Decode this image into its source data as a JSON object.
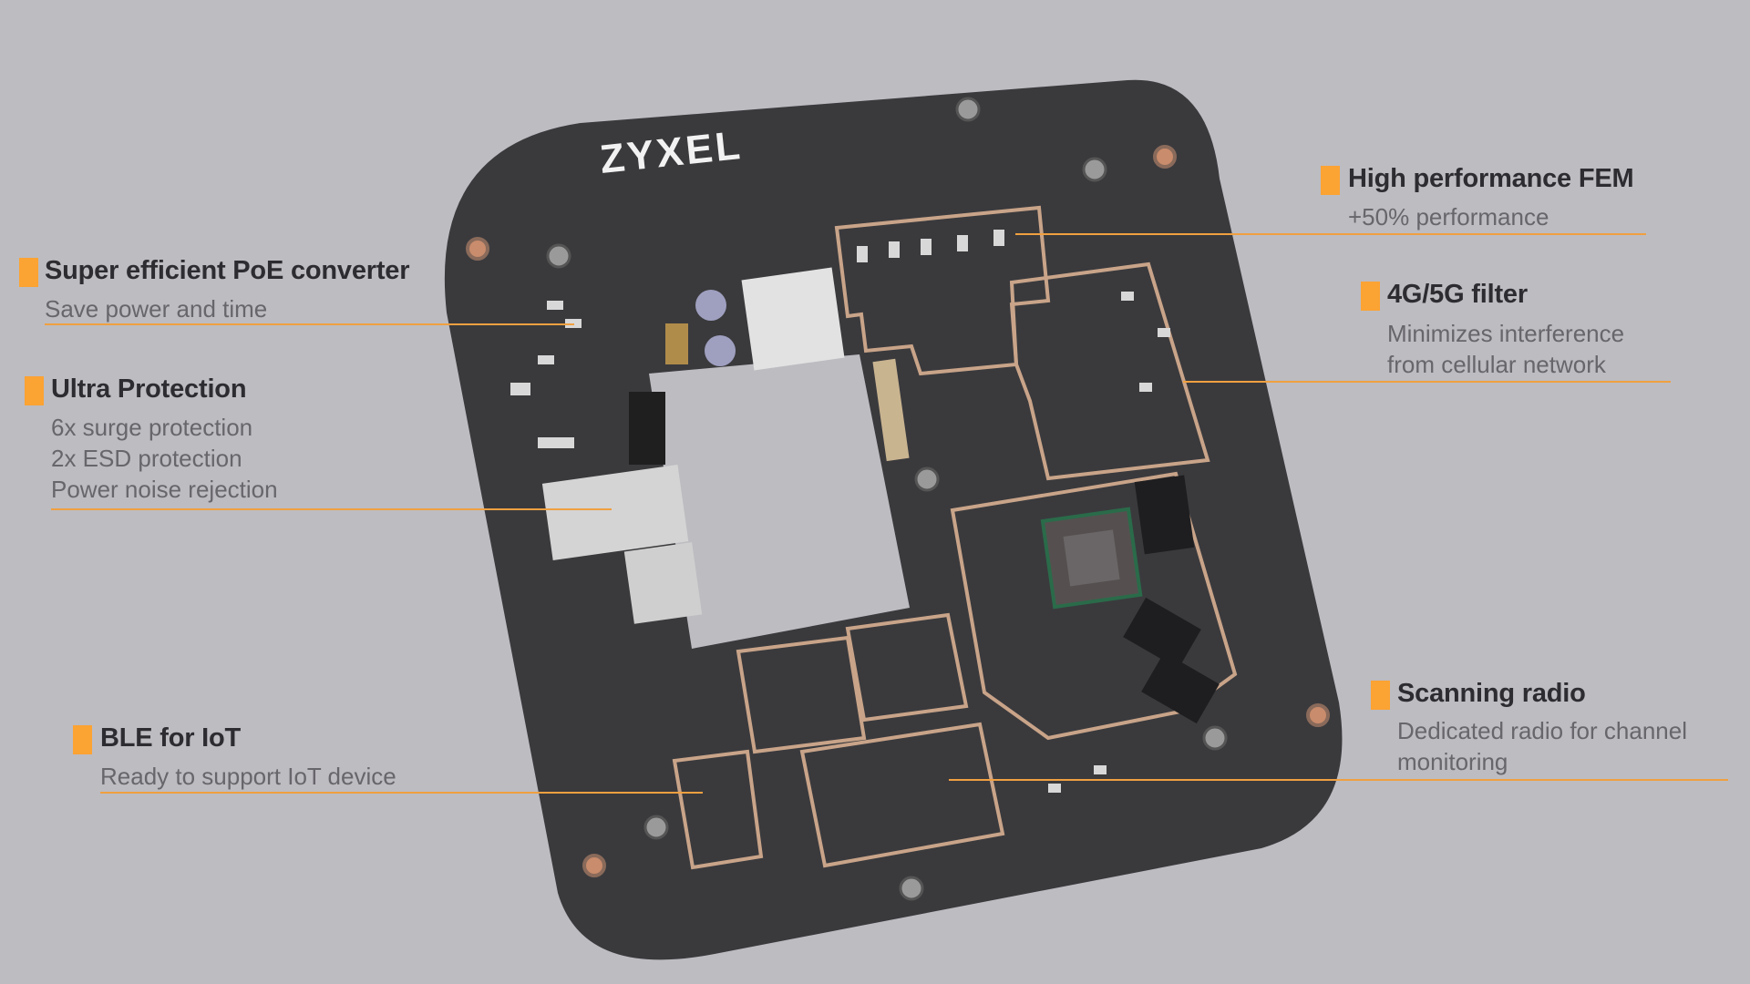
{
  "brand": {
    "logo_text": "ZYXEL"
  },
  "colors": {
    "accent": "#fba333",
    "background": "#bdbcc1",
    "board": "#3a3a3d",
    "copper": "#c9a489"
  },
  "callouts": [
    {
      "id": "poe",
      "title": "Super efficient PoE converter",
      "lines": [
        "Save power and time"
      ]
    },
    {
      "id": "protection",
      "title": "Ultra Protection",
      "lines": [
        "6x surge protection",
        "2x ESD protection",
        "Power noise rejection"
      ]
    },
    {
      "id": "ble",
      "title": "BLE for IoT",
      "lines": [
        "Ready to support IoT device"
      ]
    },
    {
      "id": "fem",
      "title": "High performance FEM",
      "lines": [
        "+50% performance"
      ]
    },
    {
      "id": "filter",
      "title": "4G/5G filter",
      "lines": [
        "Minimizes interference",
        "from cellular network"
      ]
    },
    {
      "id": "scanning",
      "title": "Scanning radio",
      "lines": [
        "Dedicated radio for channel",
        "monitoring"
      ]
    }
  ]
}
